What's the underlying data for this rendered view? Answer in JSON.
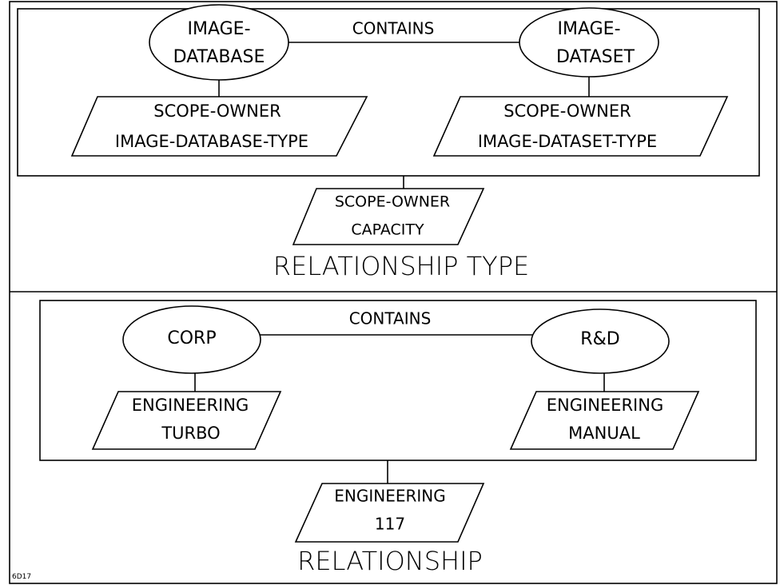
{
  "top": {
    "entity_left": {
      "line1": "IMAGE-",
      "line2": "DATABASE"
    },
    "entity_right": {
      "line1": "IMAGE-",
      "line2": "DATASET"
    },
    "connector_label": "CONTAINS",
    "attr_left": {
      "line1": "SCOPE-OWNER",
      "line2": "IMAGE-DATABASE-TYPE"
    },
    "attr_right": {
      "line1": "SCOPE-OWNER",
      "line2": "IMAGE-DATASET-TYPE"
    },
    "attr_relation": {
      "line1": "SCOPE-OWNER",
      "line2": "CAPACITY"
    },
    "section_title": "RELATIONSHIP TYPE"
  },
  "bottom": {
    "entity_left": {
      "line1": "CORP"
    },
    "entity_right": {
      "line1": "R&D"
    },
    "connector_label": "CONTAINS",
    "attr_left": {
      "line1": "ENGINEERING",
      "line2": "TURBO"
    },
    "attr_right": {
      "line1": "ENGINEERING",
      "line2": "MANUAL"
    },
    "attr_relation": {
      "line1": "ENGINEERING",
      "line2": "117"
    },
    "section_title": "RELATIONSHIP"
  },
  "figure_id": "6D17"
}
